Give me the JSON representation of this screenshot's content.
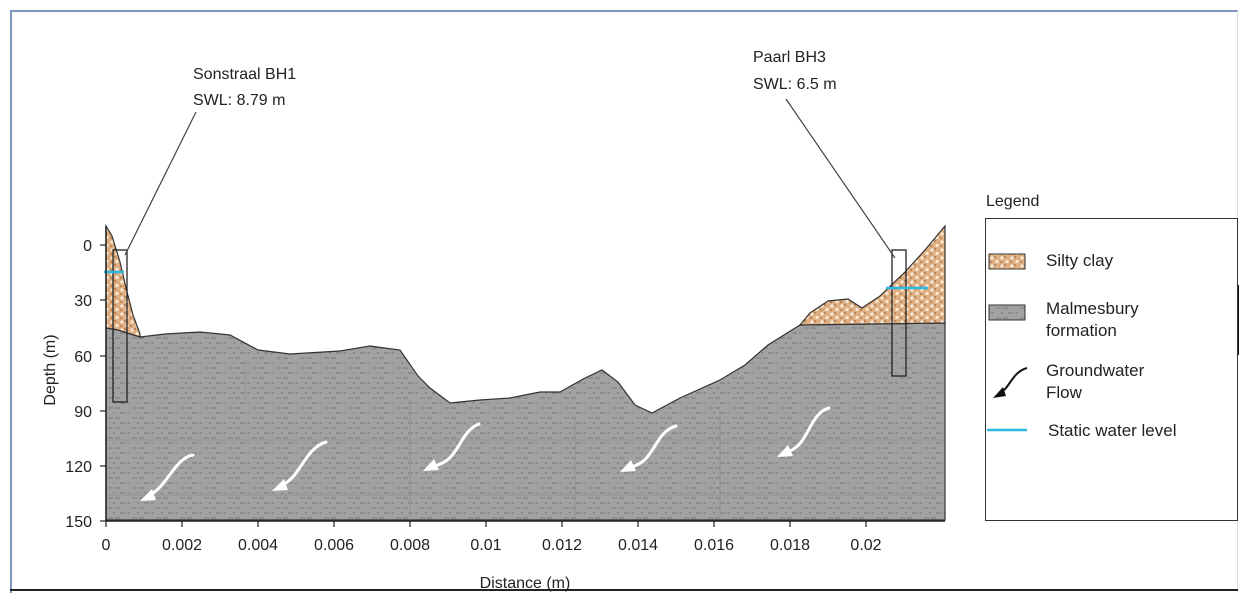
{
  "chart_data": {
    "type": "cross-section",
    "xlabel": "Distance (m)",
    "ylabel": "Depth (m)",
    "xlim": [
      0,
      0.022
    ],
    "ylim": [
      150,
      0
    ],
    "x_ticks": [
      "0",
      "0.002",
      "0.004",
      "0.006",
      "0.008",
      "0.01",
      "0.012",
      "0.014",
      "0.016",
      "0.018",
      "0.02"
    ],
    "y_ticks": [
      "0",
      "30",
      "60",
      "90",
      "120",
      "150"
    ],
    "boreholes": [
      {
        "label": "Sonstraal BH1",
        "swl": "SWL: 8.79 m"
      },
      {
        "label": "Paarl BH3",
        "swl": "SWL: 6.5 m"
      }
    ],
    "colors": {
      "silty_clay": "#d9a77a",
      "malmesbury": "#9d9d9d",
      "water_level": "#2fb8e6",
      "flow_arrow": "#ffffff"
    }
  },
  "legend": {
    "title": "Legend",
    "items": [
      {
        "label_lines": [
          "Silty clay"
        ]
      },
      {
        "label_lines": [
          "Malmesbury",
          "formation"
        ]
      },
      {
        "label_lines": [
          "Groundwater",
          "Flow"
        ]
      },
      {
        "label_lines": [
          "Static water level"
        ]
      }
    ]
  }
}
